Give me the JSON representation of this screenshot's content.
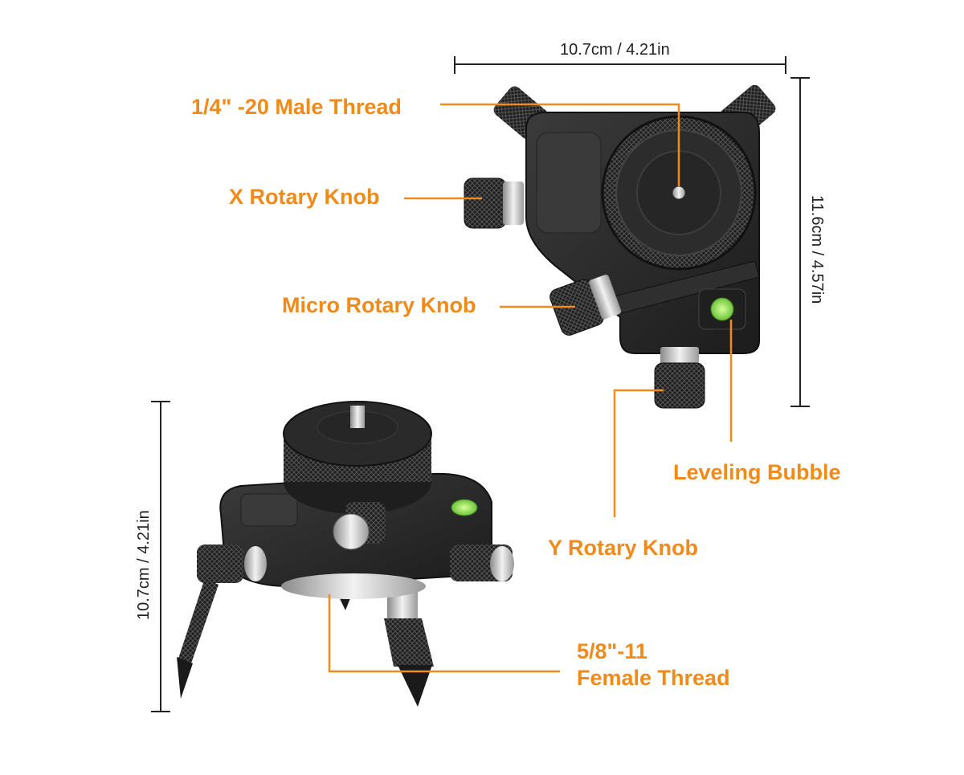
{
  "dimensions": {
    "top_width": "10.7cm / 4.21in",
    "top_height": "11.6cm / 4.57in",
    "bottom_height": "10.7cm / 4.21in"
  },
  "labels": {
    "male_thread": "1/4\" -20 Male Thread",
    "x_knob": "X Rotary Knob",
    "micro_knob": "Micro Rotary Knob",
    "leveling_bubble": "Leveling Bubble",
    "y_knob": "Y Rotary Knob",
    "female_thread_line1": "5/8\"-11",
    "female_thread_line2": "Female Thread"
  },
  "colors": {
    "callout": "#f08a1a",
    "dimension_line": "#222222",
    "body": "#2a2a2a",
    "metal": "#c8c8c8",
    "bubble": "#8fe05a"
  }
}
